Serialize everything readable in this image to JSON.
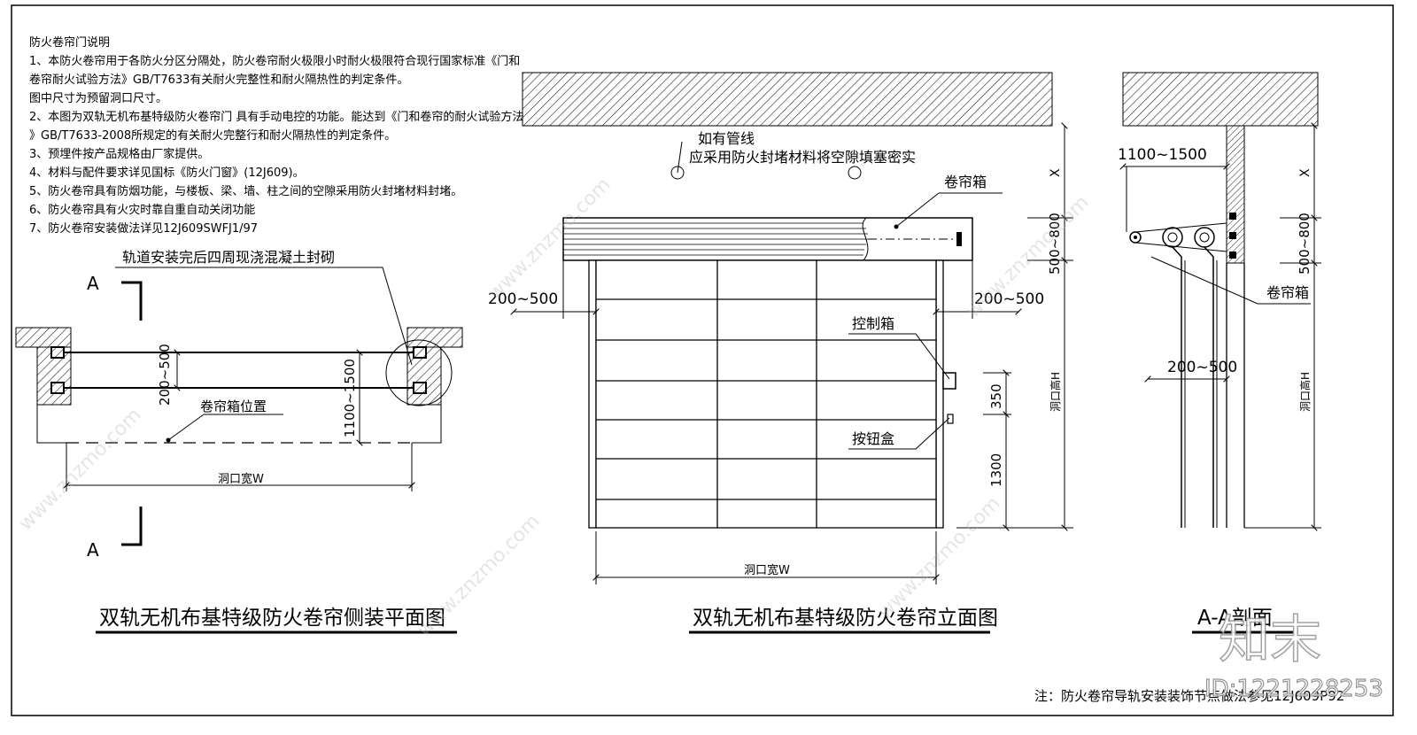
{
  "notes": {
    "title": "防火卷帘门说明",
    "lines": [
      "1、本防火卷帘用于各防火分区分隔处，防火卷帘耐火极限小时耐火极限符合现行国家标准《门和",
      "卷帘耐火试验方法》GB/T7633有关耐火完整性和耐火隔热性的判定条件。",
      "图中尺寸为预留洞口尺寸。",
      "2、本图为双轨无机布基特级防火卷帘门 具有手动电控的功能。能达到《门和卷帘的耐火试验方法",
      "》GB/T7633-2008所规定的有关耐火完整行和耐火隔热性的判定条件。",
      "3、预埋件按产品规格由厂家提供。",
      "4、材料与配件要求详见国标《防火门窗》(12J609)。",
      "5、防火卷帘具有防烟功能，与楼板、梁、墙、柱之间的空隙采用防火封堵材料封堵。",
      "6、防火卷帘具有火灾时靠自重自动关闭功能",
      "7、防火卷帘安装做法详见12J609SWFJ1/97"
    ]
  },
  "plan": {
    "title": "双轨无机布基特级防火卷帘侧装平面图",
    "section_mark": "A",
    "track_note": "轨道安装完后四周现浇混凝土封砌",
    "box_position": "卷帘箱位置",
    "dim_gap": "200~500",
    "dim_depth": "1100~1500",
    "opening_width": "洞口宽W"
  },
  "elevation": {
    "title": "双轨无机布基特级防火卷帘立面图",
    "pipe_note_1": "如有管线",
    "pipe_note_2": "应采用防火封堵材料将空隙填塞密实",
    "box_label": "卷帘箱",
    "control_box": "控制箱",
    "button_box": "按钮盒",
    "dim_left": "200~500",
    "dim_right": "200~500",
    "dim_top_x": "X",
    "dim_box": "500~800",
    "dim_350": "350",
    "dim_1300": "1300",
    "opening_height": "洞口高H",
    "opening_width": "洞口宽W"
  },
  "section": {
    "title": "A-A剖面",
    "dim_depth": "1100~1500",
    "box_label": "卷帘箱",
    "dim_gap": "200~500",
    "dim_top_x": "X",
    "dim_box": "500~800",
    "opening_height": "洞口高H"
  },
  "footer": {
    "note": "注：防火卷帘导轨安装装饰节点做法参见12J609P92"
  },
  "watermark": {
    "brand": "知末",
    "id": "ID:1221228253",
    "url": "www.znzmo.com"
  }
}
